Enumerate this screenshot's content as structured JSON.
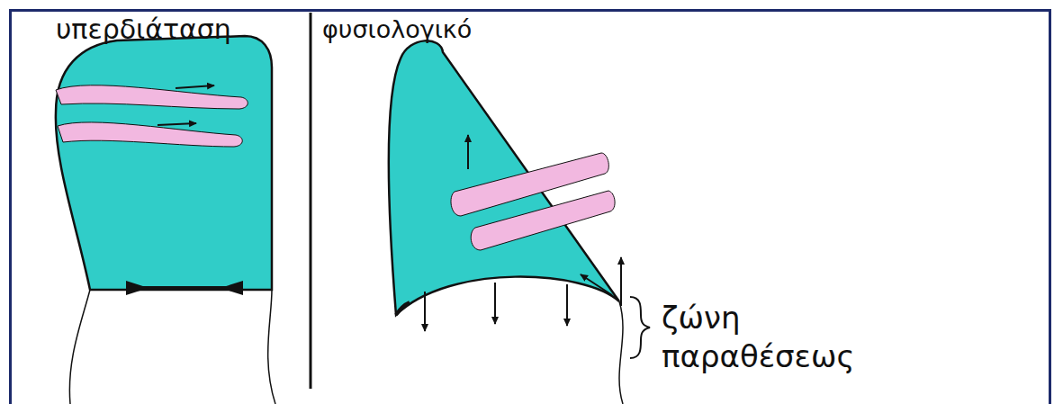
{
  "diagram": {
    "labels": [
      "υπερδιάταση",
      "φυσιολογικό",
      "ζώνη παραθέσεως"
    ]
  }
}
